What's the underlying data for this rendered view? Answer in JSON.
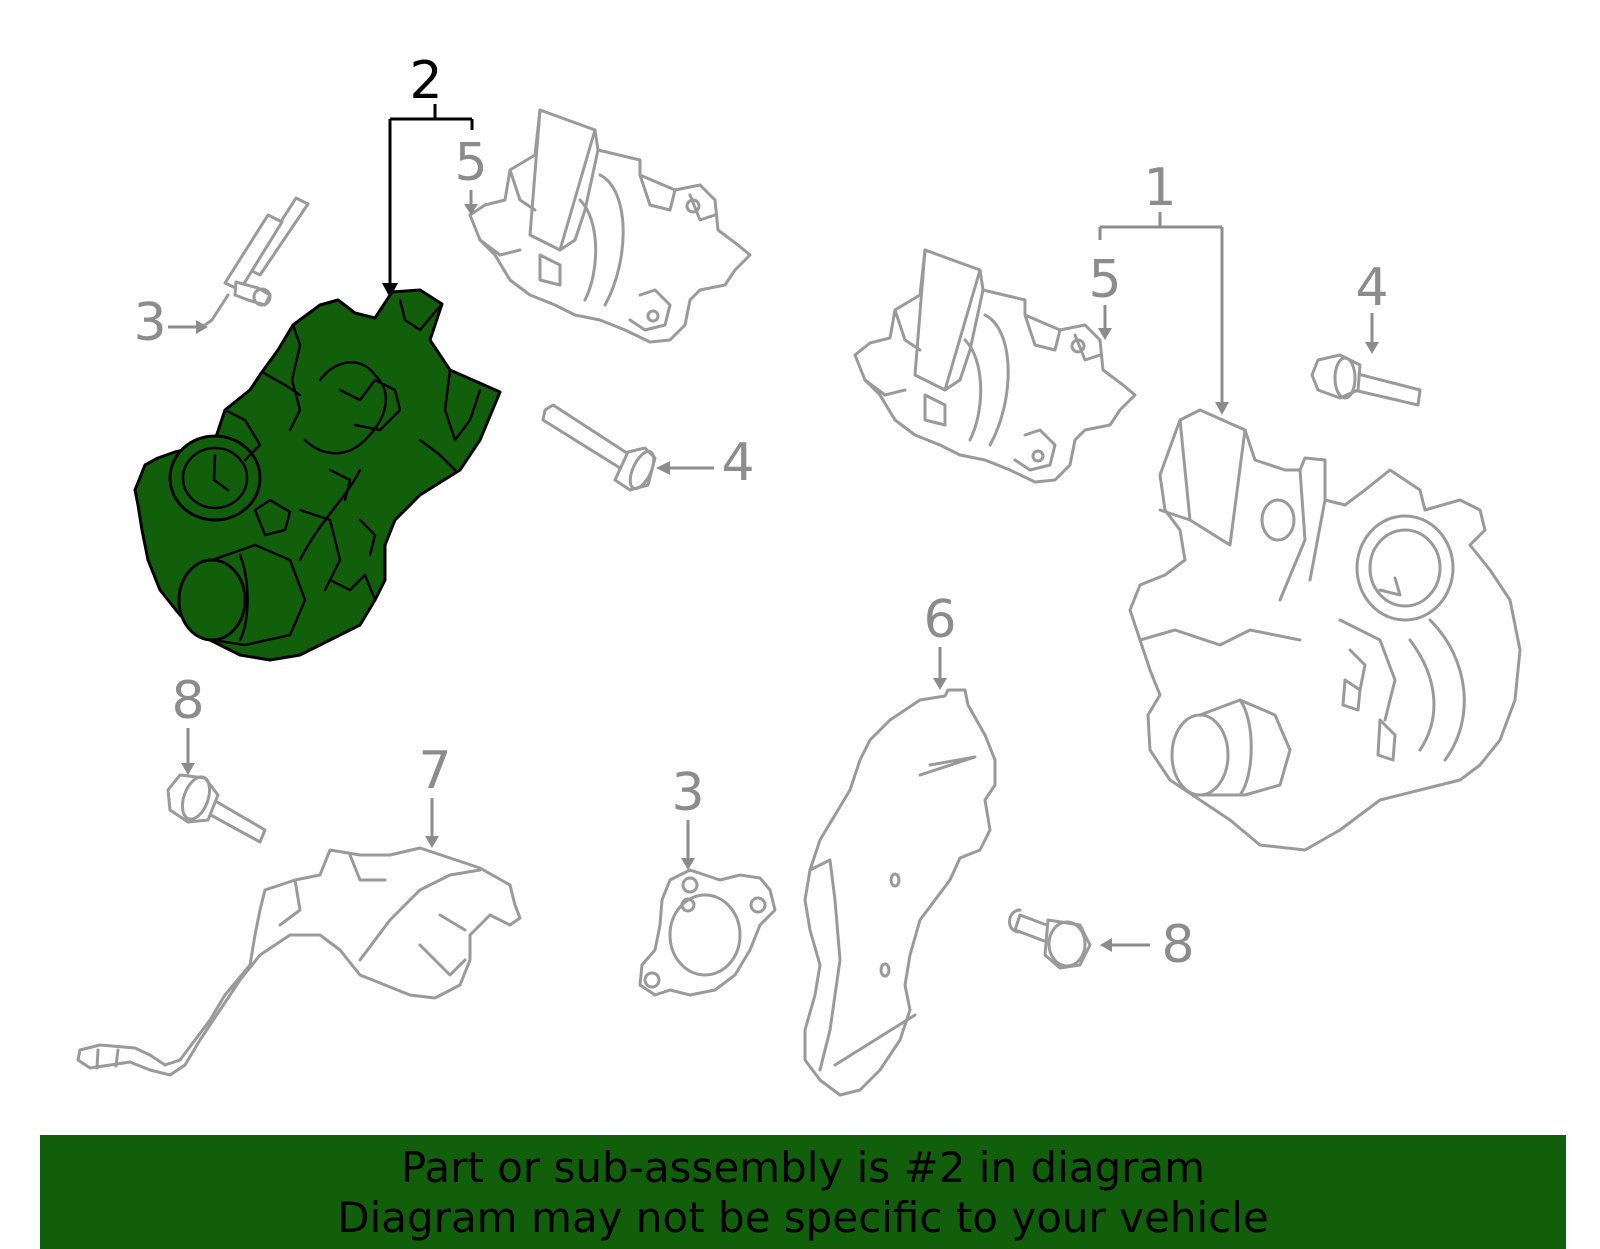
{
  "diagram": {
    "highlight_color": "#115f0b",
    "line_color": "#9a9a9a",
    "callouts": {
      "c1": "1",
      "c2": "2",
      "c3a": "3",
      "c3b": "3",
      "c4a": "4",
      "c4b": "4",
      "c5a": "5",
      "c5b": "5",
      "c6": "6",
      "c7": "7",
      "c8a": "8",
      "c8b": "8"
    }
  },
  "banner": {
    "line1": "Part or sub-assembly is #2 in diagram",
    "line2": "Diagram may not be specific to your vehicle"
  }
}
